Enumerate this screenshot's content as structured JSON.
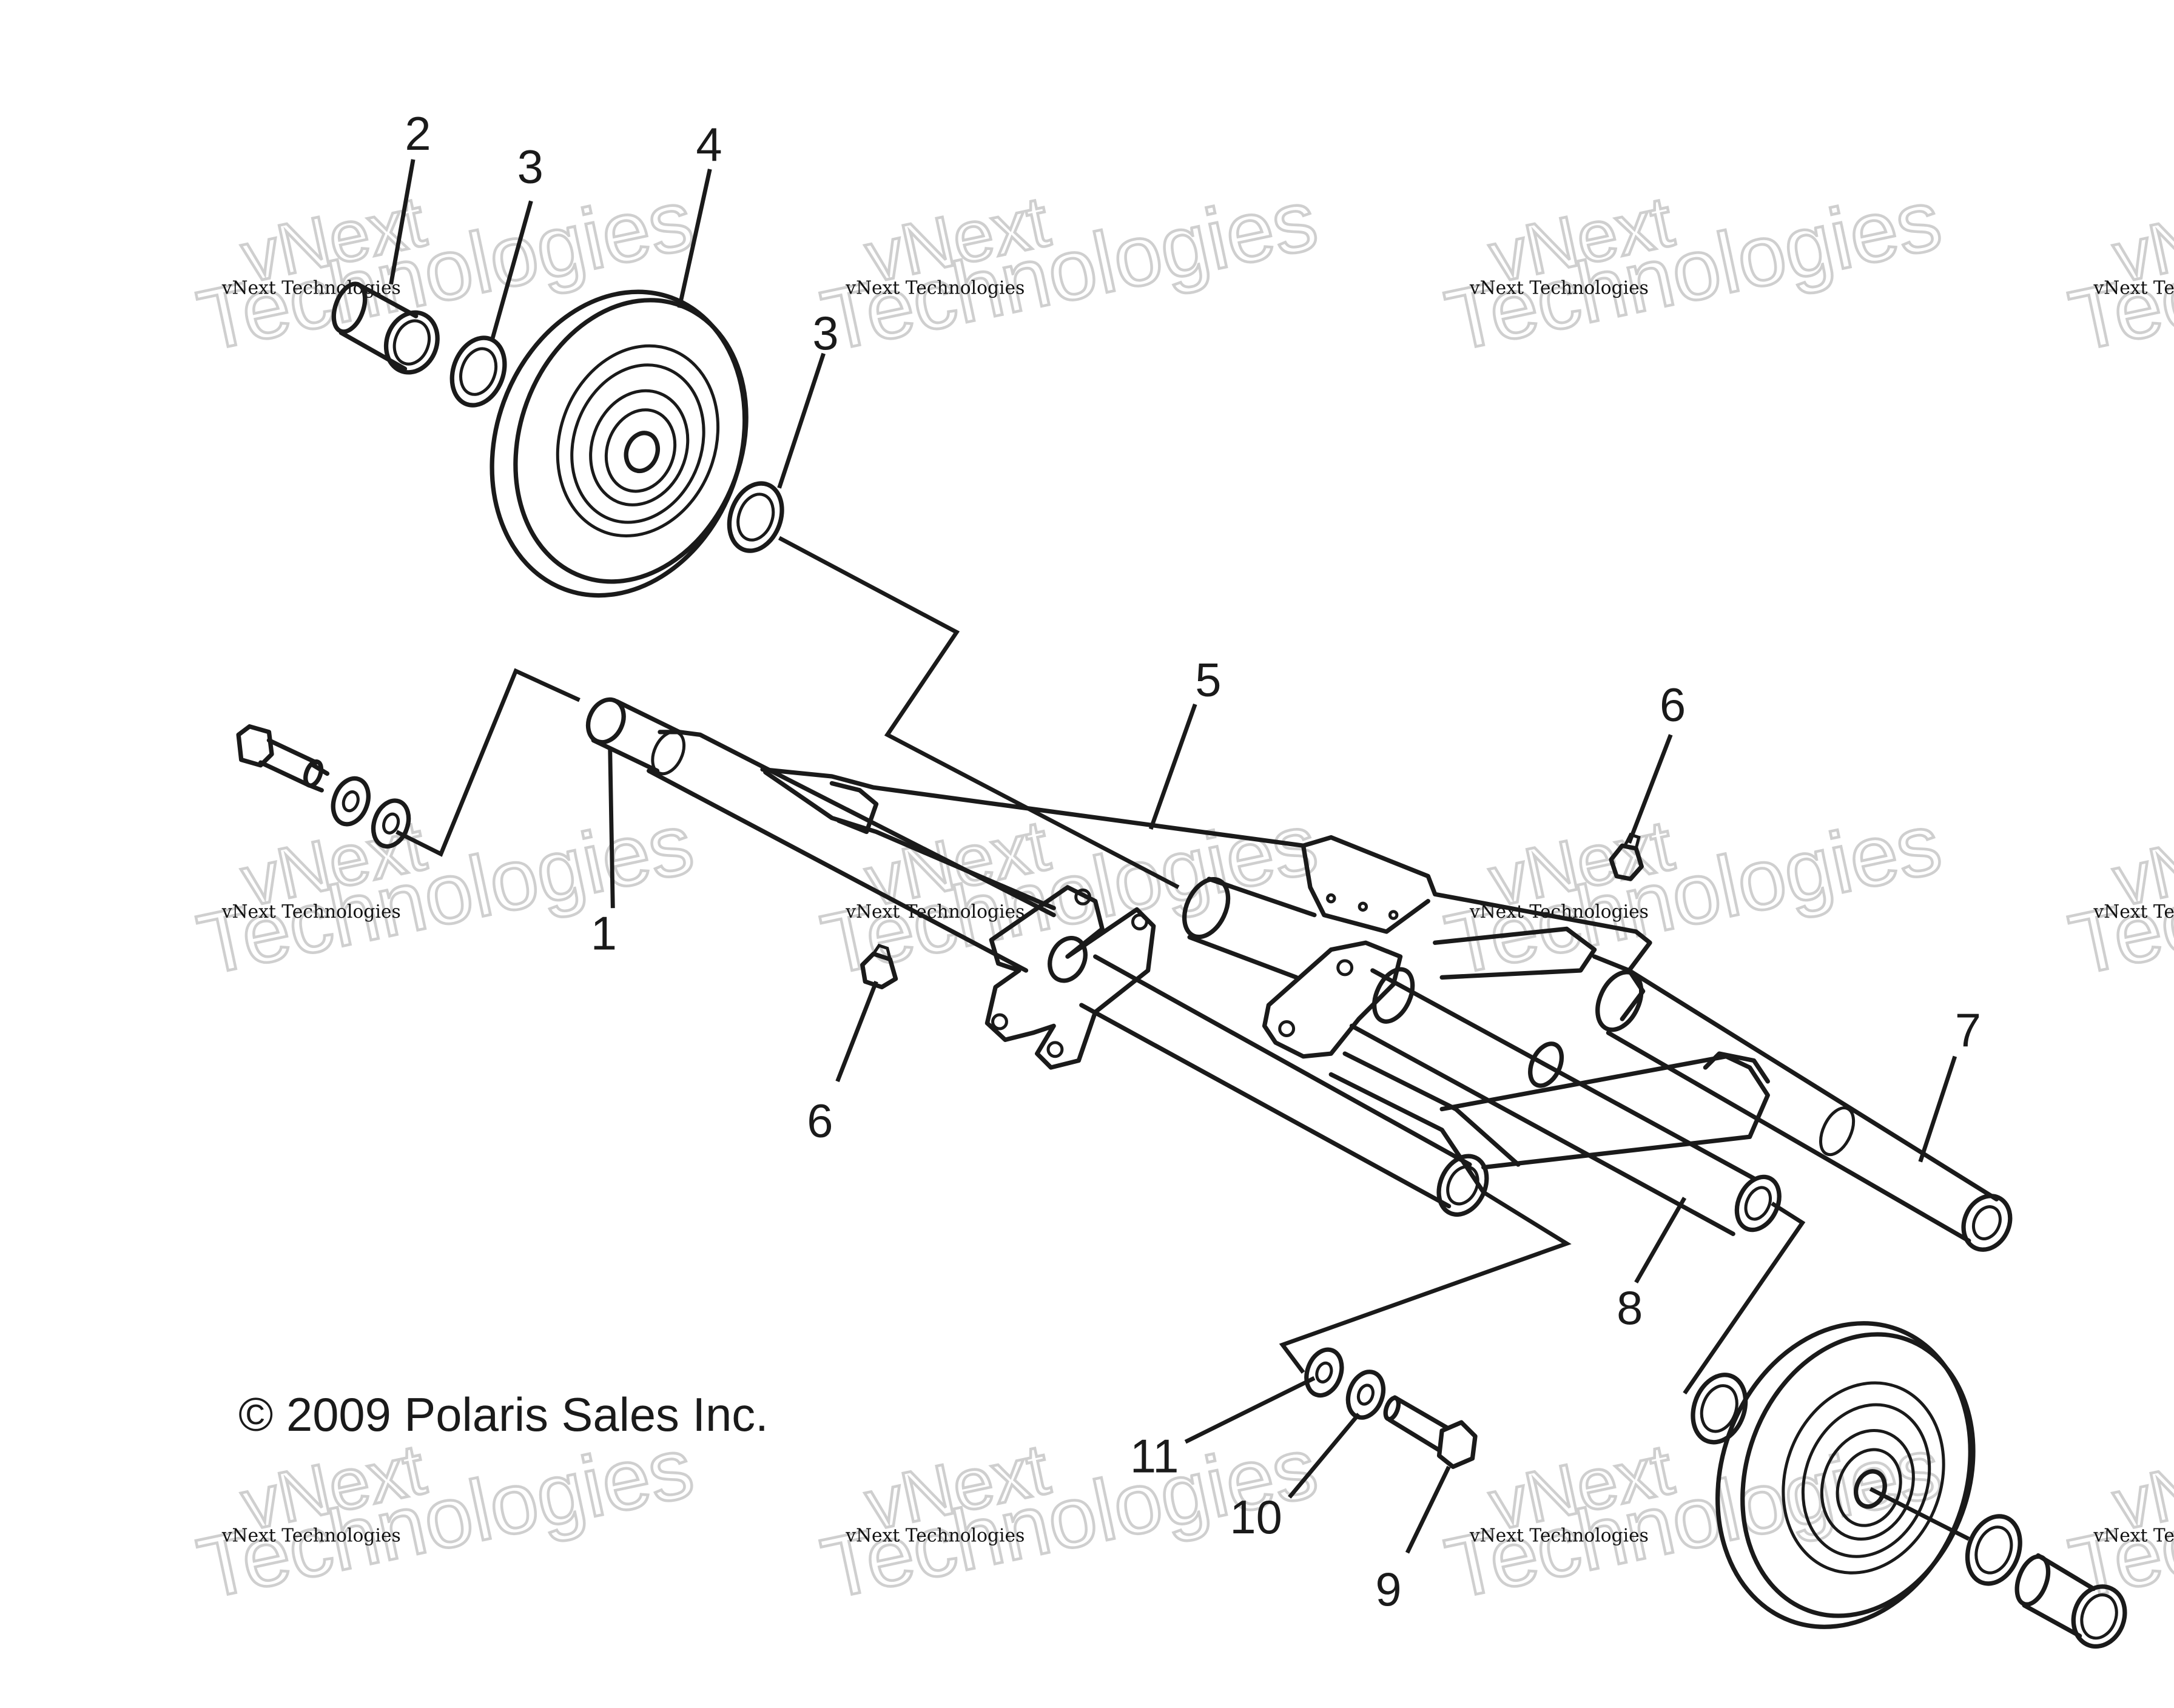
{
  "diagram": {
    "copyright": "© 2009 Polaris Sales Inc.",
    "callouts": [
      "1",
      "2",
      "3",
      "3",
      "4",
      "5",
      "6",
      "6",
      "7",
      "8",
      "9",
      "10",
      "11"
    ],
    "watermark": {
      "line1": "vNext Technologies",
      "line2": "Technologies",
      "line3": "vNext"
    }
  }
}
